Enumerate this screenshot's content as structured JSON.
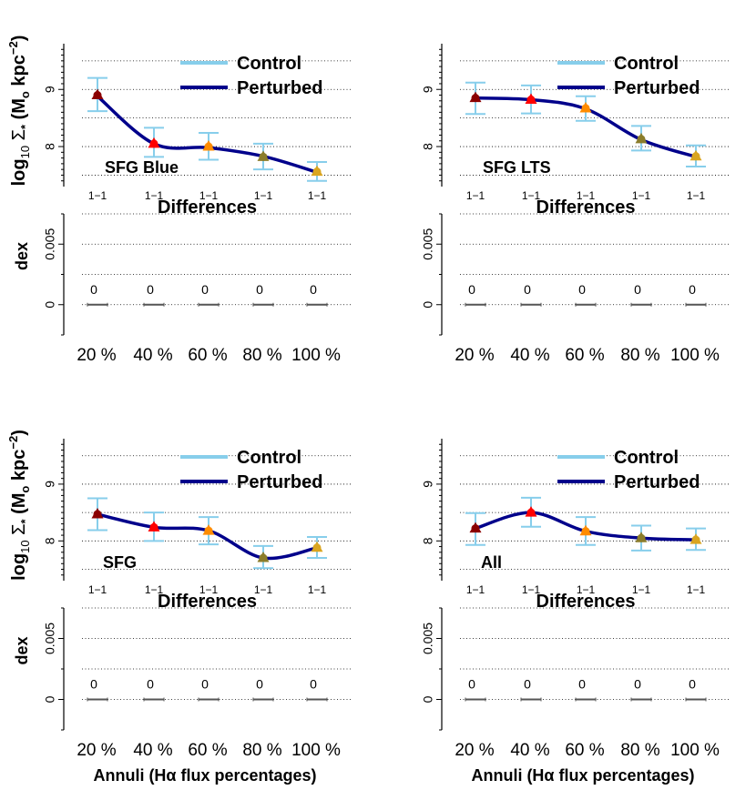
{
  "figure": {
    "ylabel_top": "log10 Σ* (Mo kpc−2)",
    "ylabel_bottom": "dex",
    "xlabel": "Annuli (Hα flux percentages)",
    "x_tick_labels": [
      "20 %",
      "40 %",
      "60 %",
      "80 %",
      "100 %"
    ],
    "ratio_labels": [
      "1−1",
      "1−1",
      "1−1",
      "1−1",
      "1−1"
    ],
    "diff_title": "Differences",
    "legend": [
      "Control",
      "Perturbed"
    ],
    "colors": {
      "control": "#87ceeb",
      "perturbed": "#00008b",
      "marker_shades": [
        "#8b0000",
        "#ff0000",
        "#ff8c00",
        "#8b7d2b",
        "#daa520"
      ],
      "grid": "#000000"
    }
  },
  "chart_data": [
    {
      "type": "line",
      "panel": "top-left",
      "label": "SFG Blue",
      "categories": [
        "20 %",
        "40 %",
        "60 %",
        "80 %",
        "100 %"
      ],
      "series": [
        {
          "name": "Control",
          "values": [
            8.9,
            8.05,
            8.0,
            7.82,
            7.56
          ],
          "err_low": [
            8.62,
            7.82,
            7.77,
            7.6,
            7.4
          ],
          "err_high": [
            9.2,
            8.33,
            8.24,
            8.05,
            7.73
          ]
        },
        {
          "name": "Perturbed",
          "values": [
            8.88,
            8.05,
            7.98,
            7.83,
            7.55
          ]
        }
      ],
      "ylim": [
        7.3,
        9.8
      ],
      "yticks": [
        8,
        9
      ],
      "differences": {
        "values": [
          0,
          0,
          0,
          0,
          0
        ],
        "labels": [
          "0",
          "0",
          "0",
          "0",
          "0"
        ],
        "ylim": [
          -0.0025,
          0.0075
        ],
        "yticks": [
          0,
          0.005
        ]
      },
      "legend_position": "top-right"
    },
    {
      "type": "line",
      "panel": "top-right",
      "label": "SFG LTS",
      "categories": [
        "20 %",
        "40 %",
        "60 %",
        "80 %",
        "100 %"
      ],
      "series": [
        {
          "name": "Control",
          "values": [
            8.85,
            8.82,
            8.67,
            8.13,
            7.83
          ],
          "err_low": [
            8.57,
            8.58,
            8.45,
            7.93,
            7.65
          ],
          "err_high": [
            9.12,
            9.07,
            8.88,
            8.36,
            8.02
          ]
        },
        {
          "name": "Perturbed",
          "values": [
            8.85,
            8.82,
            8.66,
            8.12,
            7.82
          ]
        }
      ],
      "ylim": [
        7.3,
        9.8
      ],
      "yticks": [
        8,
        9
      ],
      "differences": {
        "values": [
          0,
          0,
          0,
          0,
          0
        ],
        "labels": [
          "0",
          "0",
          "0",
          "0",
          "0"
        ],
        "ylim": [
          -0.0025,
          0.0075
        ],
        "yticks": [
          0,
          0.005
        ]
      },
      "legend_position": "top-right"
    },
    {
      "type": "line",
      "panel": "bottom-left",
      "label": "SFG",
      "categories": [
        "20 %",
        "40 %",
        "60 %",
        "80 %",
        "100 %"
      ],
      "series": [
        {
          "name": "Control",
          "values": [
            8.47,
            8.24,
            8.18,
            7.7,
            7.88
          ],
          "err_low": [
            8.19,
            8.0,
            7.94,
            7.52,
            7.7
          ],
          "err_high": [
            8.75,
            8.5,
            8.42,
            7.91,
            8.07
          ]
        },
        {
          "name": "Perturbed",
          "values": [
            8.47,
            8.24,
            8.18,
            7.7,
            7.88
          ]
        }
      ],
      "ylim": [
        7.3,
        9.8
      ],
      "yticks": [
        8,
        9
      ],
      "differences": {
        "values": [
          0,
          0,
          0,
          0,
          0
        ],
        "labels": [
          "0",
          "0",
          "0",
          "0",
          "0"
        ],
        "ylim": [
          -0.0025,
          0.0075
        ],
        "yticks": [
          0,
          0.005
        ]
      },
      "legend_position": "top-right"
    },
    {
      "type": "line",
      "panel": "bottom-right",
      "label": "All",
      "categories": [
        "20 %",
        "40 %",
        "60 %",
        "80 %",
        "100 %"
      ],
      "series": [
        {
          "name": "Control",
          "values": [
            8.22,
            8.5,
            8.17,
            8.05,
            8.02
          ],
          "err_low": [
            7.93,
            8.25,
            7.93,
            7.83,
            7.84
          ],
          "err_high": [
            8.49,
            8.76,
            8.42,
            8.27,
            8.22
          ]
        },
        {
          "name": "Perturbed",
          "values": [
            8.22,
            8.5,
            8.17,
            8.05,
            8.02
          ]
        }
      ],
      "ylim": [
        7.3,
        9.8
      ],
      "yticks": [
        8,
        9
      ],
      "differences": {
        "values": [
          0,
          0,
          0,
          0,
          0
        ],
        "labels": [
          "0",
          "0",
          "0",
          "0",
          "0"
        ],
        "ylim": [
          -0.0025,
          0.0075
        ],
        "yticks": [
          0,
          0.005
        ]
      },
      "legend_position": "top-right"
    }
  ]
}
